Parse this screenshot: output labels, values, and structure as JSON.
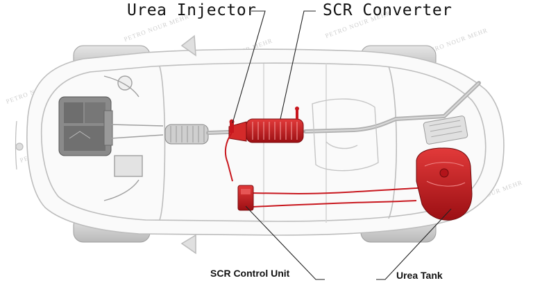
{
  "labels": {
    "urea_injector": "Urea Injector",
    "scr_converter": "SCR Converter",
    "scr_control_unit": "SCR Control Unit",
    "urea_tank": "Urea Tank"
  },
  "watermark": "PETRO NOUR MEHR",
  "colors": {
    "highlight": "#c8161d",
    "highlight_dark": "#8e0c10",
    "body_line": "#bdbdbd",
    "label": "#111111"
  }
}
